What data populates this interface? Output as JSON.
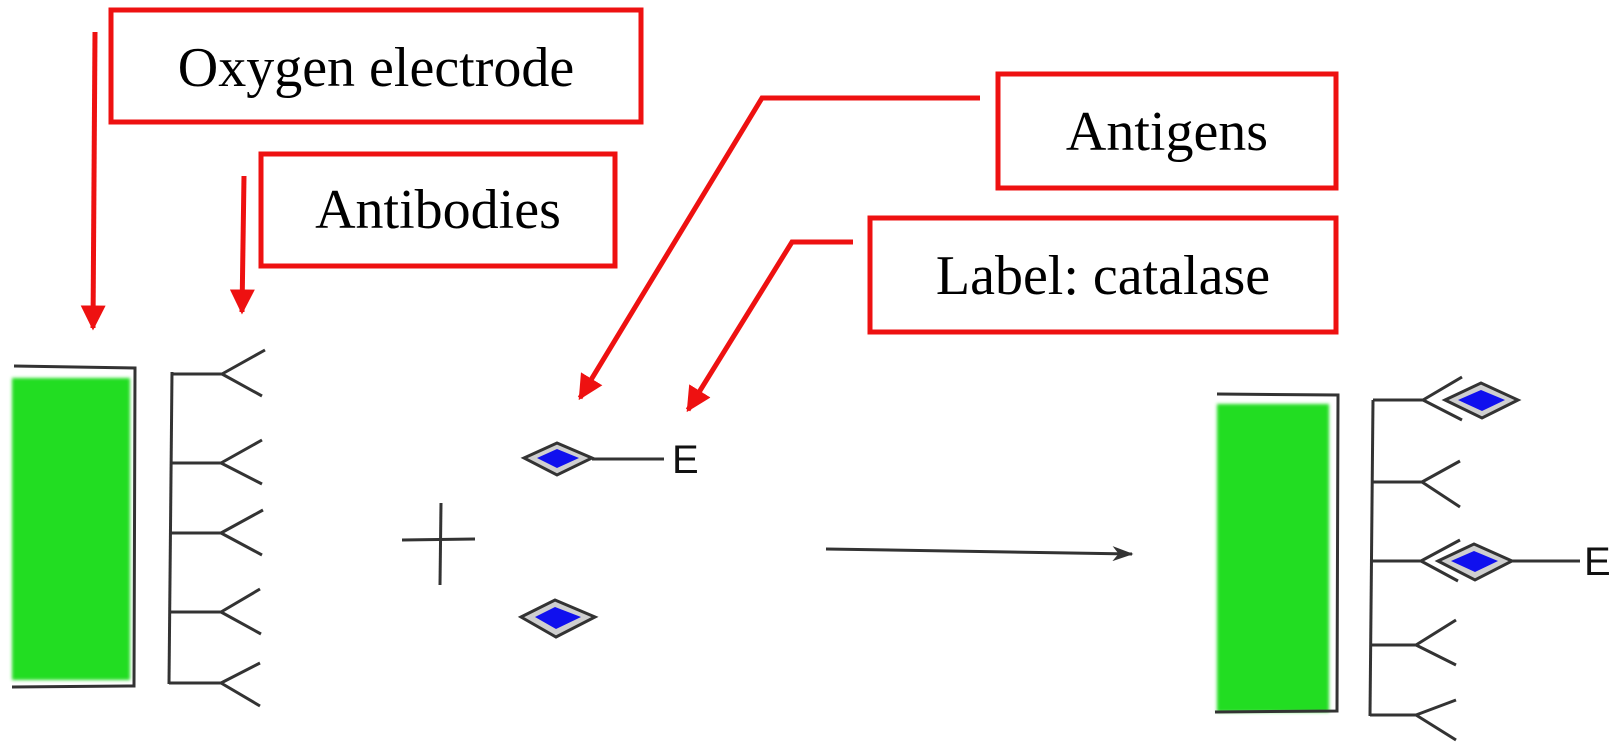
{
  "labels": {
    "oxygen_electrode": "Oxygen electrode",
    "antibodies": "Antibodies",
    "antigens": "Antigens",
    "label_catalase": "Label: catalase"
  },
  "enzyme_symbol": "E",
  "colors": {
    "callout": "#ee1111",
    "electrode": "#22dd22",
    "antigen": "#1010ee",
    "line": "#333333"
  }
}
